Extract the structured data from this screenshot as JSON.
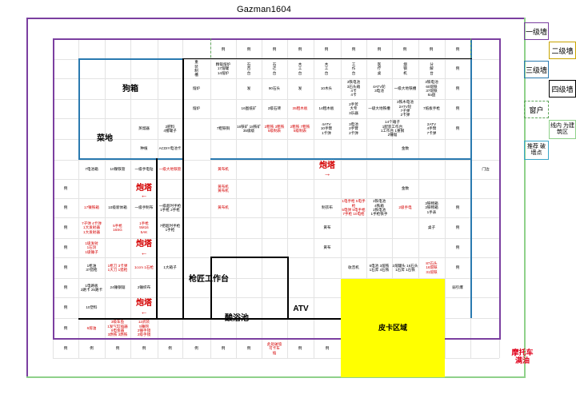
{
  "title": "Gazman1604",
  "legend": {
    "wall1": "一级墙",
    "wall2": "二级墙",
    "wall3": "三级墙",
    "wall4": "四级墙",
    "window": "窗户",
    "inner_line": "线内\n为建筑区",
    "recommend": "推荐\n破墙点"
  },
  "colors": {
    "wall1": "#7b3fa0",
    "wall2": "#c8a400",
    "wall3": "#2a7ab0",
    "wall4": "#000000",
    "window": "#5fa55a",
    "inner_line": "#8fd18a",
    "recommend": "#3aa6c9",
    "pickup_zone": "#ffff00",
    "warn": "#e0001b"
  },
  "areas": {
    "dog_box": "狗箱",
    "farm": "菜地",
    "workbench": "枪匠工作台",
    "acid_pool": "酸浴池",
    "atv": "ATV",
    "pickup_zone": "皮卡区域",
    "moto": "摩托车\n满油"
  },
  "turrets": {
    "label": "炮塔",
    "arrow_left": "←",
    "arrow_right": "→"
  },
  "cells": {
    "wall": "例",
    "table1": "重\n装\n制\n槽",
    "table2": "精锻熔炉\n17熔罐\n14熔炉",
    "stone": "石\n百\n台",
    "stone2": "石\n迁\n台",
    "wood": "木\n工\n台",
    "wood2": "木\n工\n台",
    "craft": "工\n作\n台",
    "med": "医\n疗\n桌",
    "lab": "烟\n钢\n机",
    "fuel": "分\n解\n台",
    "r2c1": "熔炉",
    "r2c2": "发",
    "r2c3": "90石头",
    "r2c4": "发",
    "r2c5": "10木头",
    "r2c6": "3铁电池\n3石头箱\n4卡\n4卡",
    "r2c7": "4ATV轮\n3电池",
    "r2c8": "一级大地铁槽",
    "r2c9": "3铁电池\n60熔铁\n37熔铁\n8a盘",
    "r3c1": "熔炉",
    "r3c2": "16图纸矿",
    "r3c3": "2级石砖",
    "r3c4": "35粗木板",
    "r3c5": "14粗木板",
    "r3c6": "2手斧\n大专\n3乐器",
    "r3c7": "一级大地铁槽",
    "r3c8": "3铁木电池\n2ATV轮\n7子弹\n2卡弹",
    "r3c9": "7纸板手枪",
    "r4c1": "7粗铁铜",
    "r4c2": "16铁矿 18铁矿\n35级级",
    "r4c3": "2粗铁 3粗铁\n5级制表",
    "r4c4": "2粗铁 7粗铁\n5级制表",
    "r4c5": "4ATV\n10手臂\n1卡弹",
    "r4c6": "3电池\n2手臂\n2卡弹",
    "r4c7": "14个箱子\n1配装工作台\n1工作台 1重钢\n2锤锯",
    "r4c8": "2ATV\n4手臂\n7卡弹",
    "r5c1": "种植",
    "r5c2": "2肥料\n4猪罐子",
    "r5c3": "蒸馏器",
    "r5c4": "ACDIY电池卡",
    "r6c1": "7电池箱",
    "r6c2": "10镍铁管",
    "r6c3": "一级手电钻",
    "r6c4": "一级大地铁管",
    "r6c5": "黄布机",
    "r6c6": "金数",
    "r6c7": "门边",
    "r7c1": "黄布机\n黄布机",
    "r7c2": "金数",
    "r8c1": "17镍铁箱",
    "r8c2": "10级新体箱",
    "r8c3": "一级手制布",
    "r8c4": "一级超时手枪\n1手枪 2手枪",
    "r8c5": "黄布机",
    "r8c6": "制衣布",
    "r8c7": "1电手枪 5电手枪\n5电弹 5电手枪\n7手枪 10电枪",
    "r8c8": "1铁电池\n4铁箱\n1铁电池\n1手枪铁手",
    "r8c9": "2级手电",
    "r8c10": "3铁物箱\n3铁物箱\n1手表",
    "r9c1": "7子弹 4卡弹\n1大发射器\n1大发射器",
    "r9c2": "5手枪\n16SG",
    "r9c3": "1手枪\n5M16\n5AK",
    "r9c4": "7把超时手枪\n1手枪",
    "r9c5": "黄布",
    "r9c6": "桌子",
    "r10c1": "1级发射\n1石剑\n1级锤子",
    "r10c2": "黄布",
    "r11c1": "1枪油\n37猎枪",
    "r11c2": "1枪刀 3卡弹\n1大刀 1猎枪",
    "r11c3": "1ccm 1石枪",
    "r11c4": "1大箱子",
    "r11c5": "收音机",
    "r11c6": "6电池 3熔铁\n1石斧 4石铁",
    "r11c7": "2熔罐头 16石头\n1石斧 1石铁",
    "r11c8": "87石头\n16熔铁\n31熔铁",
    "r12c1": "1电路板\n2路卡 25路卡",
    "r12c2": "24锤钢锯",
    "r12c3": "2锤织布",
    "r12c4": "弱引爆",
    "r13c1": "10塑料",
    "r14c1": "6熔油",
    "r14c2": "3级车鱼\n1发气缸插器\n9电金器\n3燃铁 3燃铁",
    "r14c3": "12武装\n5锤网\n2锤手镜\n2级手镜",
    "r15c1": "此处破墙\n可卡车\n插"
  }
}
